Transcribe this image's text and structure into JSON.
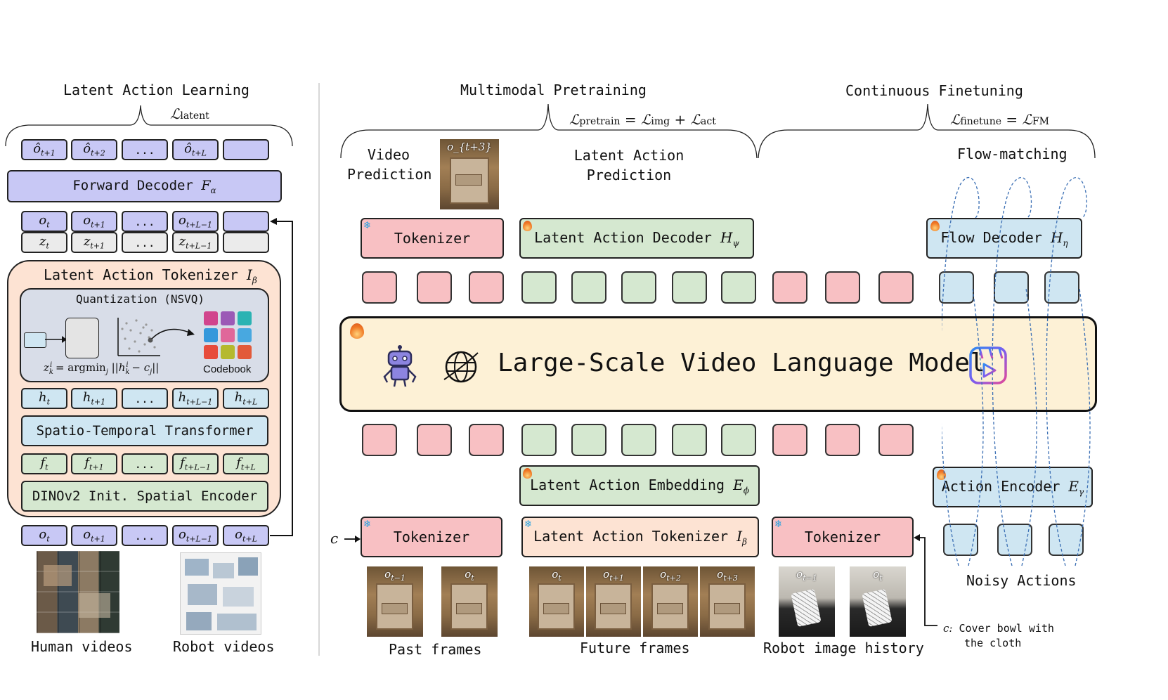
{
  "left": {
    "title": "Latent Action Learning",
    "loss": "ℒlatent",
    "pred_frames": [
      "ô_{t+1}",
      "ô_{t+2}",
      "...",
      "ô_{t+L}",
      ""
    ],
    "forward_decoder": "Forward Decoder F_α",
    "input_frames_o": [
      "o_t",
      "o_{t+1}",
      "...",
      "o_{t+L−1}",
      ""
    ],
    "latents_z": [
      "z_t",
      "z_{t+1}",
      "...",
      "z_{t+L−1}",
      ""
    ],
    "tokenizer_title": "Latent Action Tokenizer I_β",
    "quantization_title": "Quantization (NSVQ)",
    "quant_formula": "z_k^i = argmin_j ||h_k^i − c_j||",
    "codebook_label": "Codebook",
    "codebook_colors": [
      "#d1458d",
      "#9b59b6",
      "#2bb3b3",
      "#3498db",
      "#e0679a",
      "#48a8e0",
      "#e74c3c",
      "#b5b92e",
      "#e25a3a"
    ],
    "hidden_h": [
      "h_t",
      "h_{t+1}",
      "...",
      "h_{t+L−1}",
      "h_{t+L}"
    ],
    "transformer": "Spatio-Temporal Transformer",
    "features_f": [
      "f_t",
      "f_{t+1}",
      "...",
      "f_{t+L−1}",
      "f_{t+L}"
    ],
    "encoder": "DINOv2 Init. Spatial Encoder",
    "obs_o": [
      "o_t",
      "o_{t+1}",
      "...",
      "o_{t+L−1}",
      "o_{t+L}"
    ],
    "human_videos": "Human videos",
    "robot_videos": "Robot videos"
  },
  "right": {
    "stage1": "Multimodal Pretraining",
    "stage1_loss": "ℒpretrain = ℒimg + ℒact",
    "stage2": "Continuous Finetuning",
    "stage2_loss": "ℒfinetune = ℒFM",
    "video_prediction": [
      "Video",
      "Prediction"
    ],
    "pred_frame_caption": "o_{t+3}",
    "latent_action_prediction": [
      "Latent Action",
      "Prediction"
    ],
    "flow_matching": "Flow-matching",
    "tokenizer_top": "Tokenizer",
    "latent_action_decoder": "Latent Action Decoder H_ψ",
    "flow_decoder": "Flow Decoder H_η",
    "model_title": "Large-Scale Video Language Model",
    "latent_action_embedding": "Latent Action Embedding E_ϕ",
    "action_encoder": "Action Encoder E_γ",
    "tokenizer_past": "Tokenizer",
    "latent_action_tokenizer": "Latent Action Tokenizer I_β",
    "tokenizer_robot": "Tokenizer",
    "c_symbol": "c",
    "past_frames_caps": [
      "o_{t−1}",
      "o_t"
    ],
    "future_frames_caps": [
      "o_t",
      "o_{t+1}",
      "o_{t+2}",
      "o_{t+3}"
    ],
    "robot_caps": [
      "o_{t−1}",
      "o_t"
    ],
    "past_frames": "Past frames",
    "future_frames": "Future frames",
    "robot_history": "Robot image history",
    "noisy_actions": "Noisy Actions",
    "instruction_prefix": "c:",
    "instruction": [
      "Cover bowl with",
      "the cloth"
    ]
  },
  "colors": {
    "pink": "#f8c0c3",
    "green": "#d5e8d0",
    "blue": "#cfe6f2",
    "purple": "#c8c8f5",
    "cream": "#fdf1d6",
    "peach": "#fde3d3"
  }
}
